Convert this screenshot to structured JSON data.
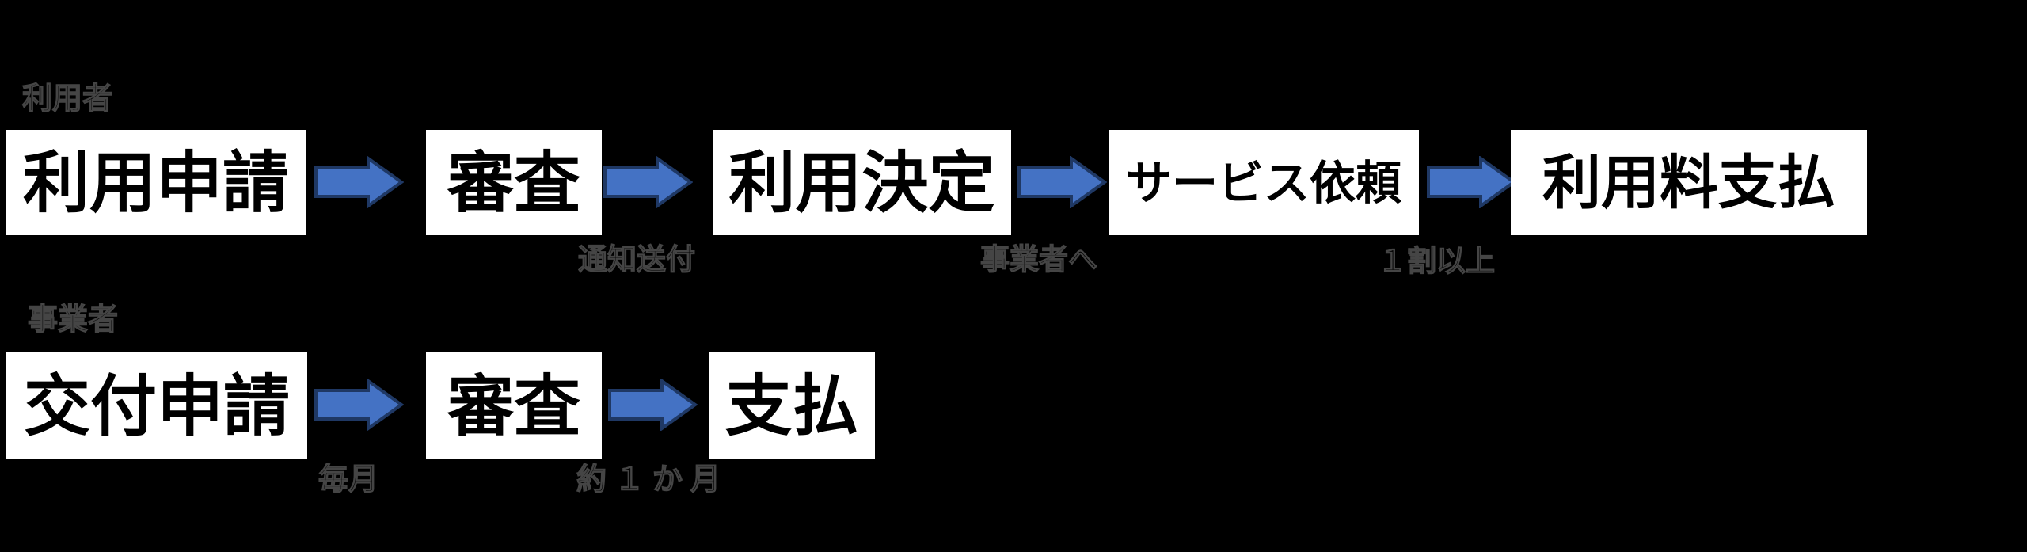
{
  "diagram_title": "",
  "colors": {
    "background": "#000000",
    "arrow_fill": "#4472C4",
    "arrow_border": "#1F3864",
    "box_bg": "#FFFFFF",
    "box_text": "#000000",
    "annotation_text": "#000000"
  },
  "lanes": [
    {
      "label": "利用者",
      "steps": [
        "利用申請",
        "審査",
        "利用決定",
        "サービス依頼",
        "利用料支払"
      ],
      "arrow_labels": [
        "通知送付",
        "事業者へ",
        "１割以上"
      ]
    },
    {
      "label": "事業者",
      "steps": [
        "交付申請",
        "審査",
        "支払"
      ],
      "arrow_labels": [
        "毎月",
        "約１か月"
      ]
    }
  ]
}
